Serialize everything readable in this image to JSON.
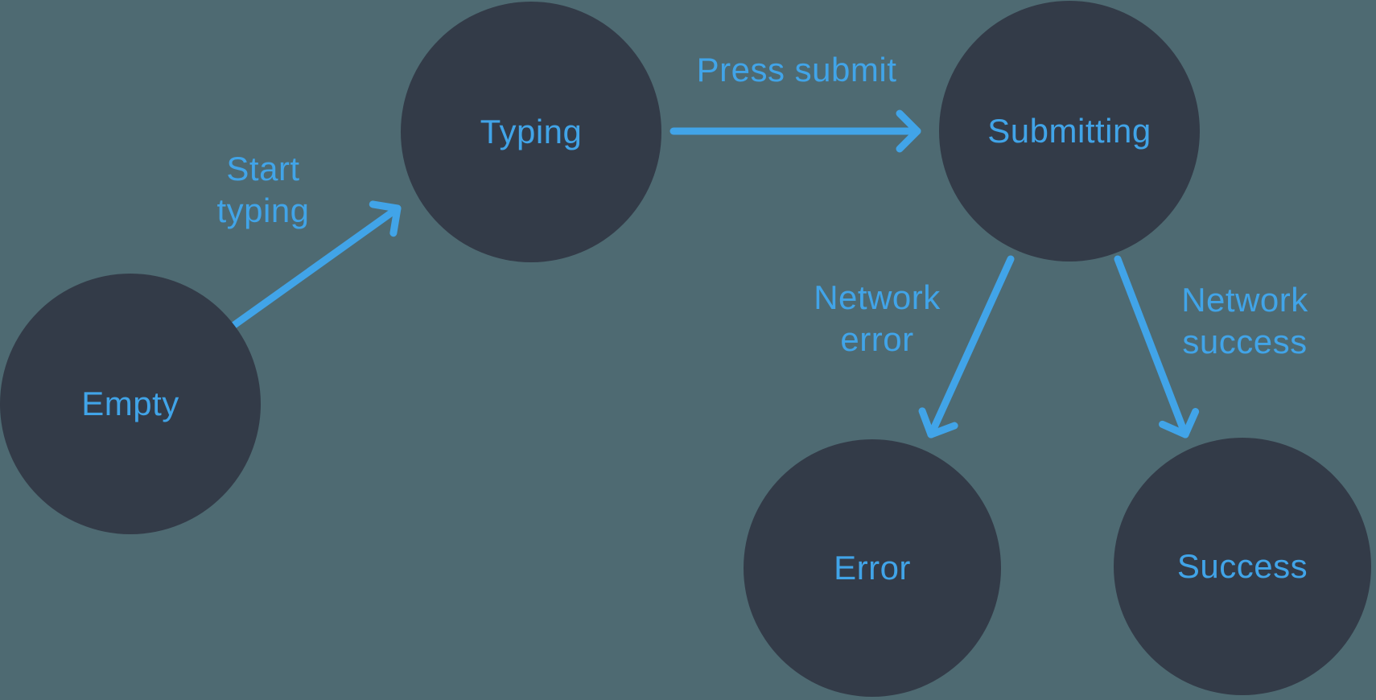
{
  "colors": {
    "background": "#4e6a72",
    "node_fill": "#333b48",
    "accent_blue": "#41a4e8"
  },
  "nodes": [
    {
      "id": "empty",
      "label": "Empty"
    },
    {
      "id": "typing",
      "label": "Typing"
    },
    {
      "id": "submitting",
      "label": "Submitting"
    },
    {
      "id": "error",
      "label": "Error"
    },
    {
      "id": "success",
      "label": "Success"
    }
  ],
  "transitions": [
    {
      "id": "start-typing",
      "from": "empty",
      "to": "typing",
      "lines": [
        "Start",
        "typing"
      ]
    },
    {
      "id": "press-submit",
      "from": "typing",
      "to": "submitting",
      "lines": [
        "Press submit"
      ]
    },
    {
      "id": "network-error",
      "from": "submitting",
      "to": "error",
      "lines": [
        "Network",
        "error"
      ]
    },
    {
      "id": "network-success",
      "from": "submitting",
      "to": "success",
      "lines": [
        "Network",
        "success"
      ]
    }
  ]
}
